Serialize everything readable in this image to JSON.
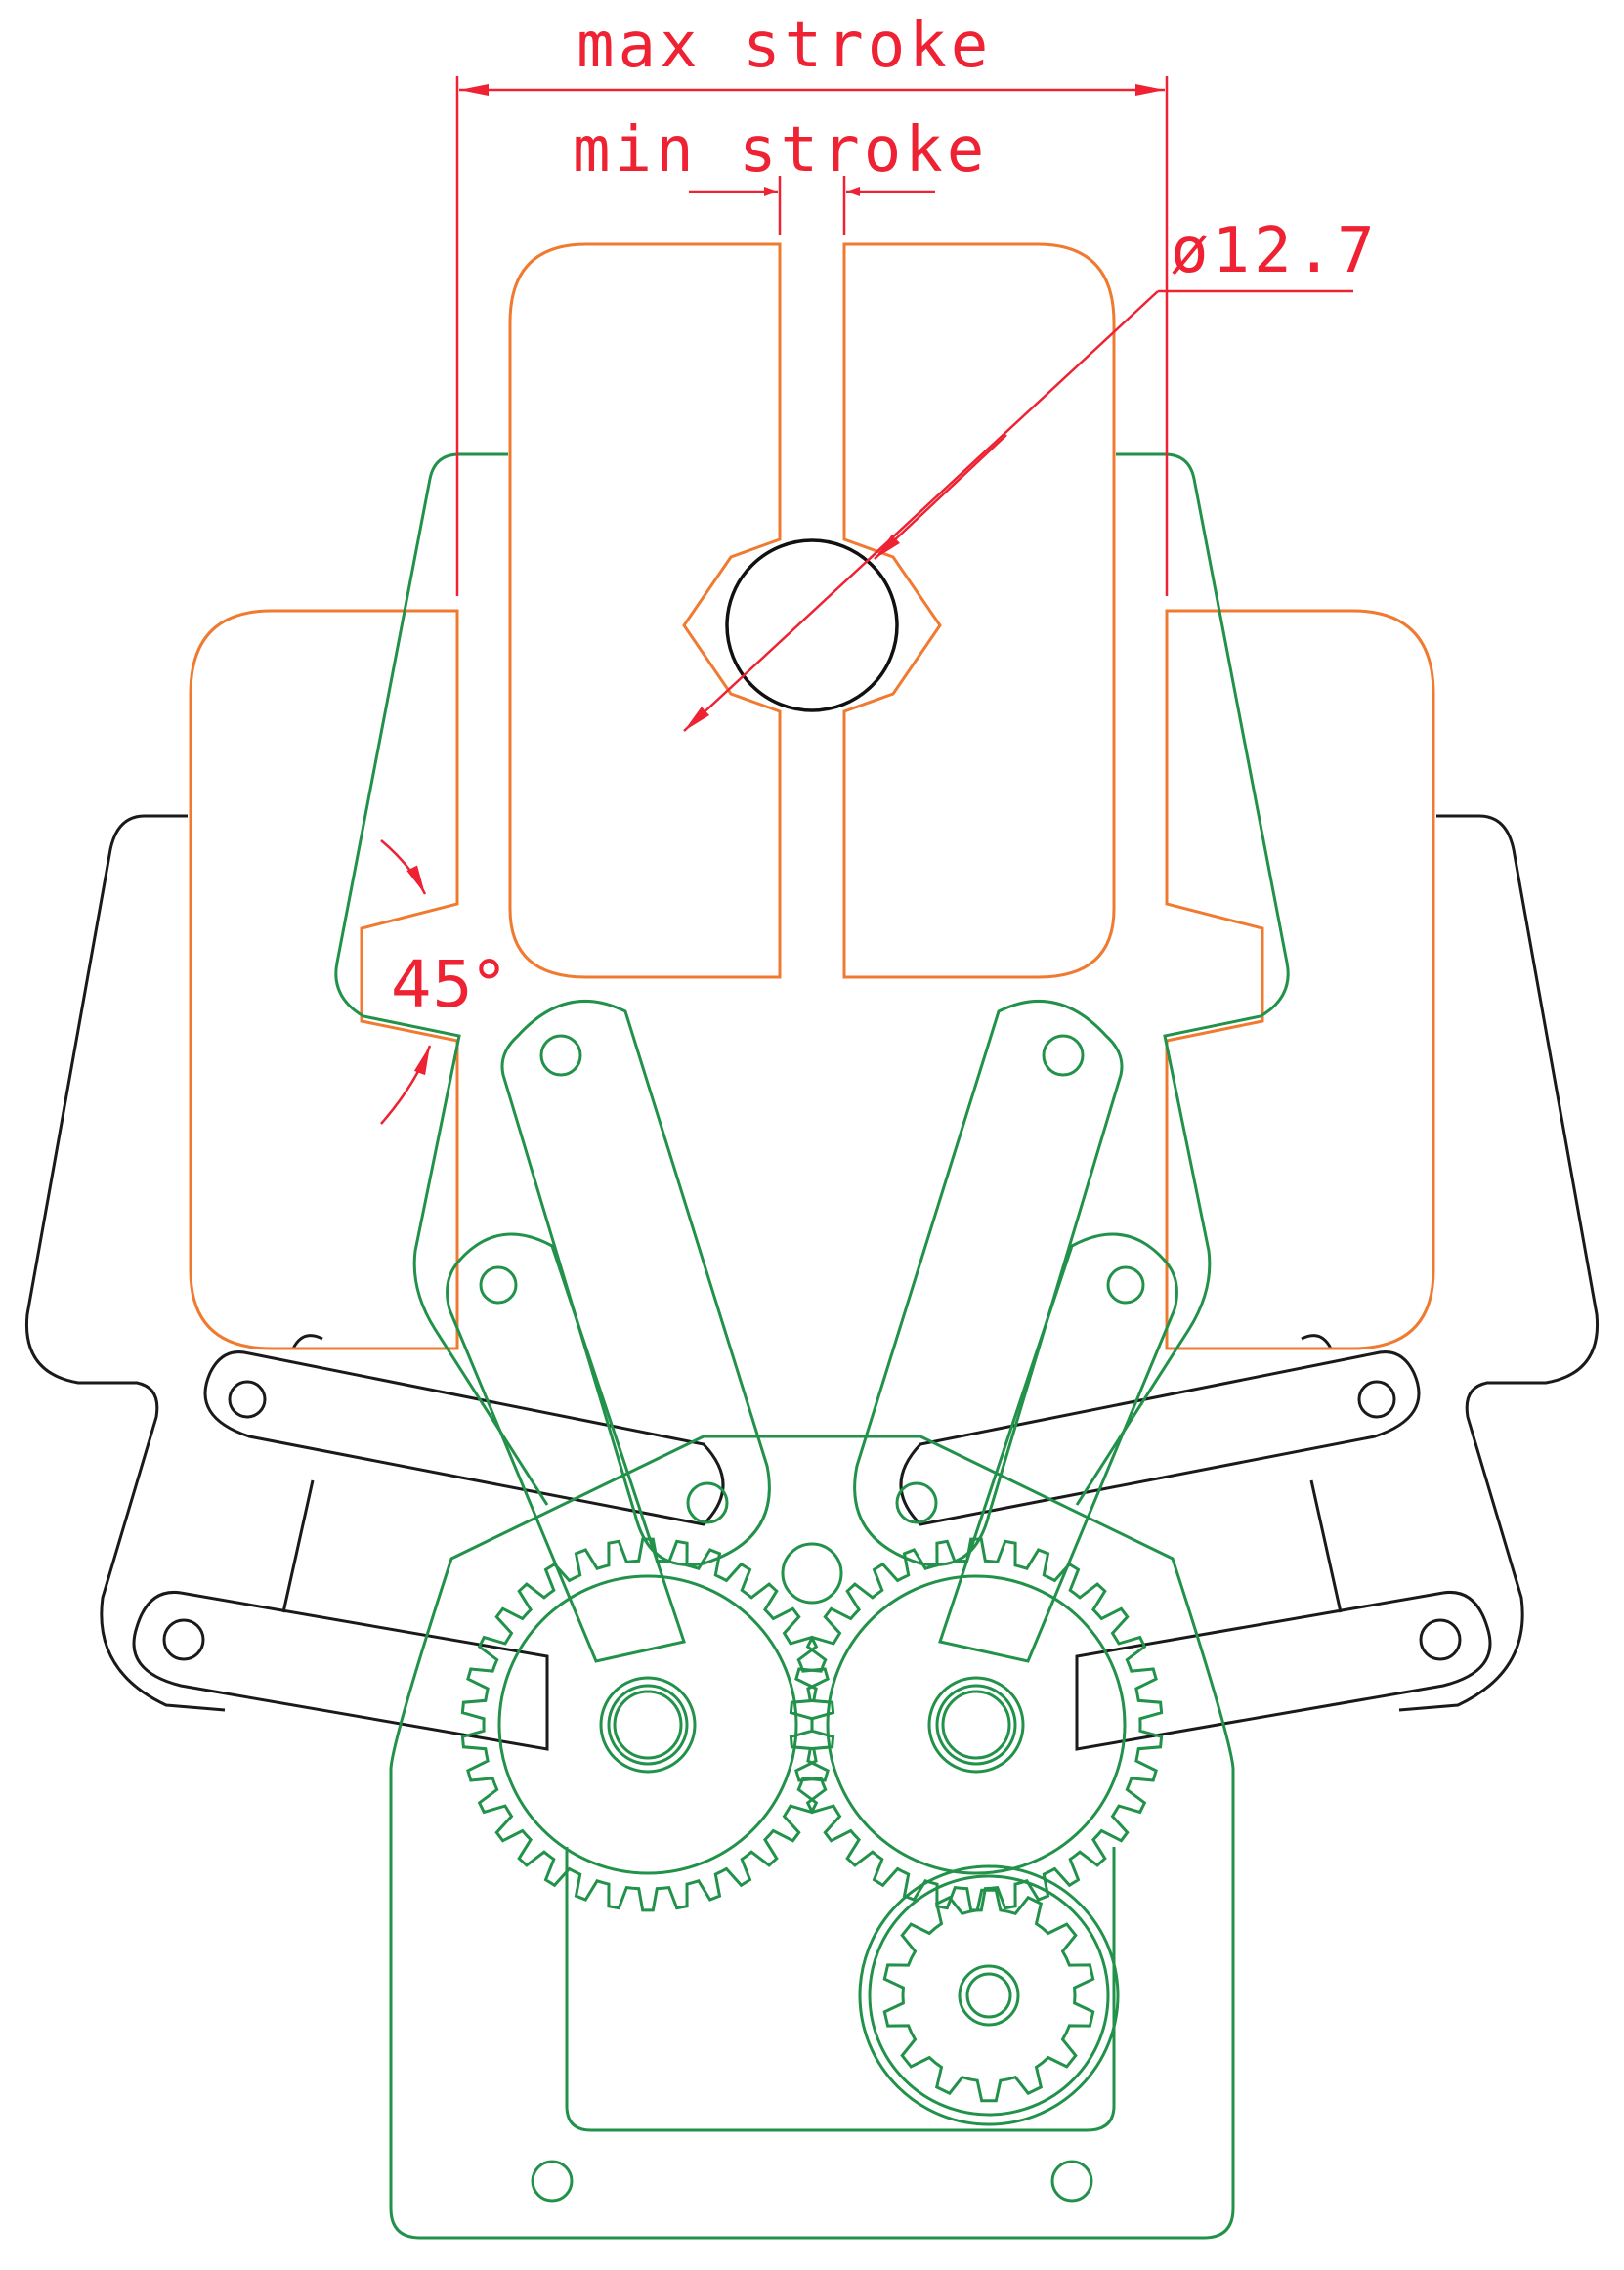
{
  "annotations": {
    "max_stroke": "max stroke",
    "min_stroke": "min stroke",
    "diameter": "ø12.7",
    "angle": "45°"
  },
  "colors": {
    "dimension": "#ee2233",
    "finger": "#f07a30",
    "linkage": "#22924a",
    "frame": "#1a1a1a",
    "object": "#111111"
  }
}
